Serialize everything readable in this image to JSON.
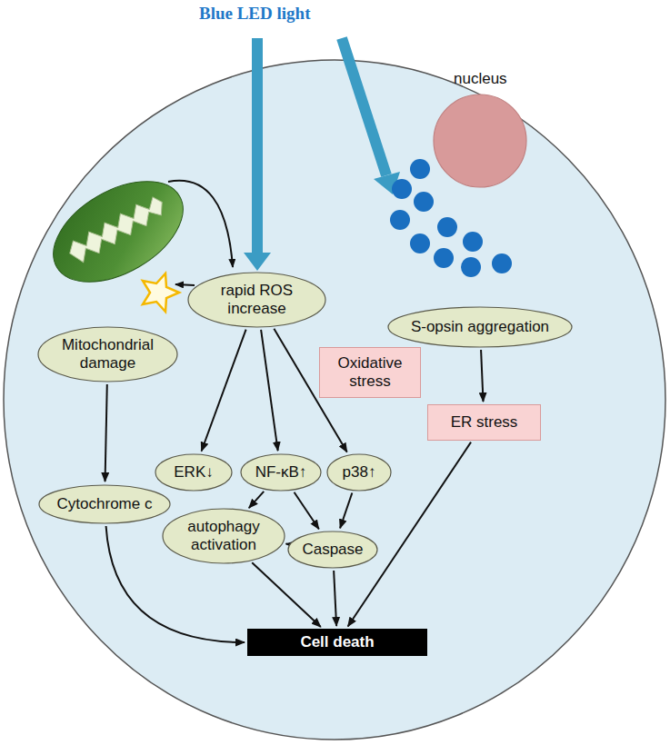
{
  "diagram": {
    "nodes": [
      {
        "text": [
          "nucleus"
        ]
      },
      {
        "text": [
          "rapid ROS increase"
        ]
      },
      {
        "text": [
          "Oxidative stress"
        ]
      },
      {
        "text": [
          "Mitochondrial damage"
        ]
      },
      {
        "text": [
          "S-opsin aggregation"
        ]
      },
      {
        "text": [
          "ER stress"
        ]
      },
      {
        "text": [
          "ERK↓"
        ]
      },
      {
        "text": [
          "NF-κB↑"
        ]
      },
      {
        "text": [
          "p38↑"
        ]
      },
      {
        "text": [
          "Cytochrome c"
        ]
      },
      {
        "text": [
          "autophagy activation"
        ]
      },
      {
        "text": [
          "Caspase"
        ]
      },
      {
        "text": [
          "Cell death"
        ]
      }
    ],
    "edges": [
      {
        "from": 3,
        "to": 9,
        "arrow": "to"
      },
      {
        "from": 1,
        "to": 6,
        "arrow": "to"
      },
      {
        "from": 1,
        "to": 7,
        "arrow": "to"
      },
      {
        "from": 1,
        "to": 8,
        "arrow": "to"
      },
      {
        "from": 7,
        "to": 10,
        "arrow": "to"
      },
      {
        "from": 7,
        "to": 11,
        "arrow": "to"
      },
      {
        "from": 8,
        "to": 11,
        "arrow": "to"
      },
      {
        "from": 11,
        "to": 10,
        "arrow": "to"
      },
      {
        "from": 10,
        "to": 12,
        "arrow": "to"
      },
      {
        "from": 11,
        "to": 12,
        "arrow": "to"
      },
      {
        "from": 9,
        "to": 12,
        "arrow": "to"
      },
      {
        "from": 4,
        "to": 5,
        "arrow": "to"
      },
      {
        "from": 5,
        "to": 12,
        "arrow": "to"
      }
    ],
    "labels": [
      "Blue LED light"
    ]
  }
}
